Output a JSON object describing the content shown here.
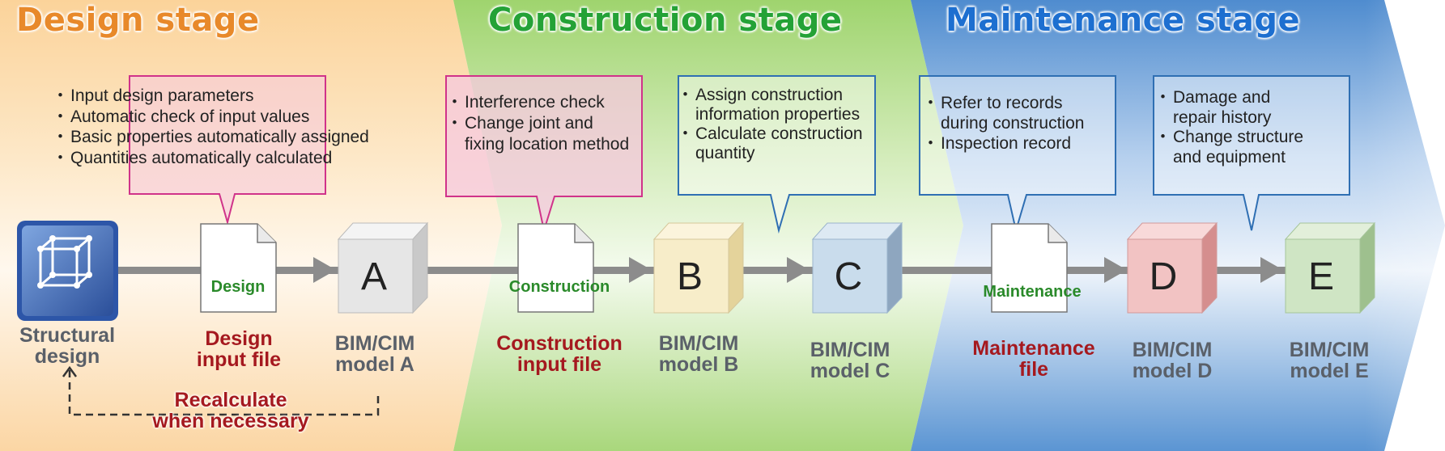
{
  "stages": {
    "design": "Design stage",
    "construction": "Construction stage",
    "maintenance": "Maintenance stage"
  },
  "callouts": {
    "design": [
      "Input design parameters",
      "Automatic check of input values",
      "Basic properties automatically assigned",
      "Quantities automatically calculated"
    ],
    "construction_input": [
      "Interference check",
      "Change joint and\nfixing location method"
    ],
    "model_c": [
      "Assign construction\ninformation properties",
      "Calculate construction\nquantity"
    ],
    "maintenance_file": [
      "Refer to records\nduring construction",
      "Inspection record"
    ],
    "model_e": [
      "Damage and\nrepair history",
      "Change structure\nand equipment"
    ]
  },
  "files": {
    "design": "Design",
    "construction": "Construction",
    "maintenance": "Maintenance"
  },
  "cubes": [
    "A",
    "B",
    "C",
    "D",
    "E"
  ],
  "captions": {
    "structural": "Structural\ndesign",
    "design_input": "Design\ninput file",
    "model_a": "BIM/CIM\nmodel A",
    "construction_input": "Construction\ninput file",
    "model_b": "BIM/CIM\nmodel B",
    "model_c": "BIM/CIM\nmodel C",
    "maintenance_file": "Maintenance\nfile",
    "model_d": "BIM/CIM\nmodel D",
    "model_e": "BIM/CIM\nmodel E"
  },
  "recalculate": "Recalculate\nwhen necessary",
  "colors": {
    "design_bg": "#fbd9a6",
    "construction_bg": "#a8d67a",
    "maintenance_bg": "#5f97d4",
    "pink_border": "#d0338a",
    "blue_border": "#2f6fb3",
    "caption_red": "#a5191f",
    "caption_gray": "#5a6069"
  }
}
